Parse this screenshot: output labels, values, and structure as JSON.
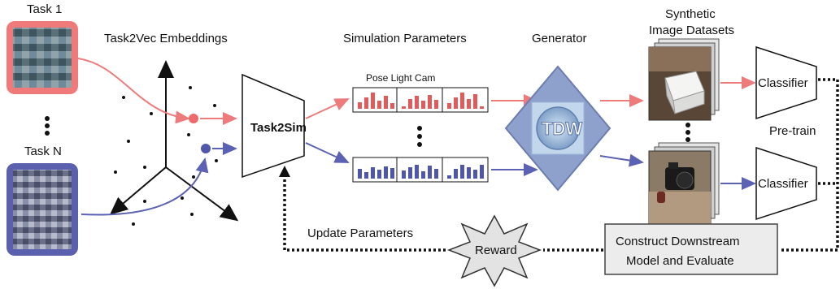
{
  "tasks": {
    "first_label": "Task 1",
    "last_label": "Task N",
    "first_color": "#f07a7a",
    "last_color": "#5a5fae"
  },
  "embeddings": {
    "label": "Task2Vec Embeddings"
  },
  "model": {
    "label": "Task2Sim"
  },
  "simulation": {
    "label": "Simulation Parameters",
    "params_header": "Pose Light Cam",
    "top_bar_color": "#e25b5b",
    "bottom_bar_color": "#4f57ad"
  },
  "generator": {
    "label": "Generator",
    "logo_text": "TDW"
  },
  "datasets": {
    "label_line1": "Synthetic",
    "label_line2": "Image Datasets"
  },
  "classifier": {
    "label": "Classifier",
    "pretrain_label": "Pre-train"
  },
  "evaluate": {
    "line1": "Construct Downstream",
    "line2": "Model and Evaluate"
  },
  "reward": {
    "label": "Reward"
  },
  "update": {
    "label": "Update Parameters"
  },
  "colors": {
    "red_arrow": "#ee7b7b",
    "blue_arrow": "#5c62b3",
    "dotted": "#111111"
  }
}
